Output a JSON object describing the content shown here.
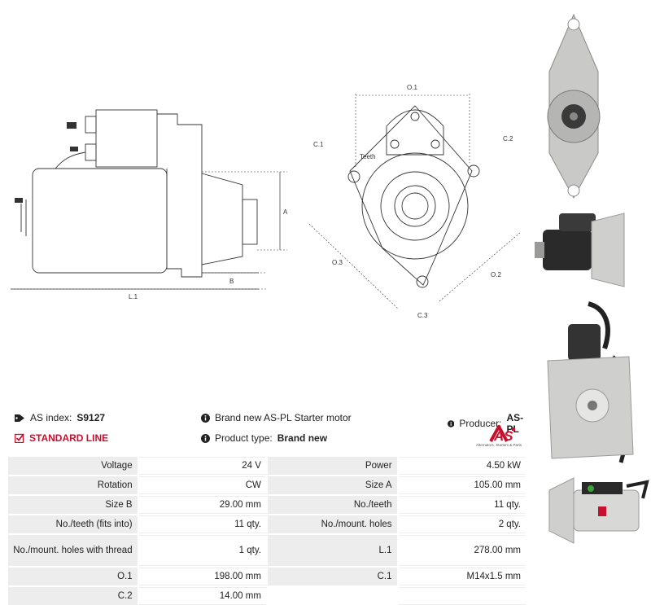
{
  "drawing": {
    "side_labels": {
      "a": "A",
      "b": "B",
      "l1": "L.1"
    },
    "front_labels": {
      "o1": "O.1",
      "o2": "O.2",
      "o3": "O.3",
      "c1": "C.1",
      "c2": "C.2",
      "c3": "C.3",
      "teeth": "Teeth"
    }
  },
  "info": {
    "as_index_label": "AS index:",
    "as_index_value": "S9127",
    "standard_line": "STANDARD LINE",
    "description": "Brand new AS-PL Starter motor",
    "product_type_label": "Product type:",
    "product_type_value": "Brand new",
    "producer_label": "Producer:",
    "producer_value": "AS-PL",
    "brand_logo_text": "AS",
    "brand_tagline": "Alternators, Starters & Parts"
  },
  "specs": [
    {
      "l1": "Voltage",
      "v1": "24 V",
      "l2": "Power",
      "v2": "4.50 kW"
    },
    {
      "l1": "Rotation",
      "v1": "CW",
      "l2": "Size A",
      "v2": "105.00 mm"
    },
    {
      "l1": "Size B",
      "v1": "29.00 mm",
      "l2": "No./teeth",
      "v2": "11 qty."
    },
    {
      "l1": "No./teeth (fits into)",
      "v1": "11 qty.",
      "l2": "No./mount. holes",
      "v2": "2 qty."
    },
    {
      "l1": "No./mount. holes with thread",
      "v1": "1 qty.",
      "l2": "L.1",
      "v2": "278.00 mm"
    },
    {
      "l1": "O.1",
      "v1": "198.00 mm",
      "l2": "C.1",
      "v2": "M14x1.5 mm"
    },
    {
      "l1": "C.2",
      "v1": "14.00 mm",
      "l2": "",
      "v2": ""
    }
  ],
  "colors": {
    "accent": "#c8102e",
    "cell_bg": "#ededed"
  }
}
